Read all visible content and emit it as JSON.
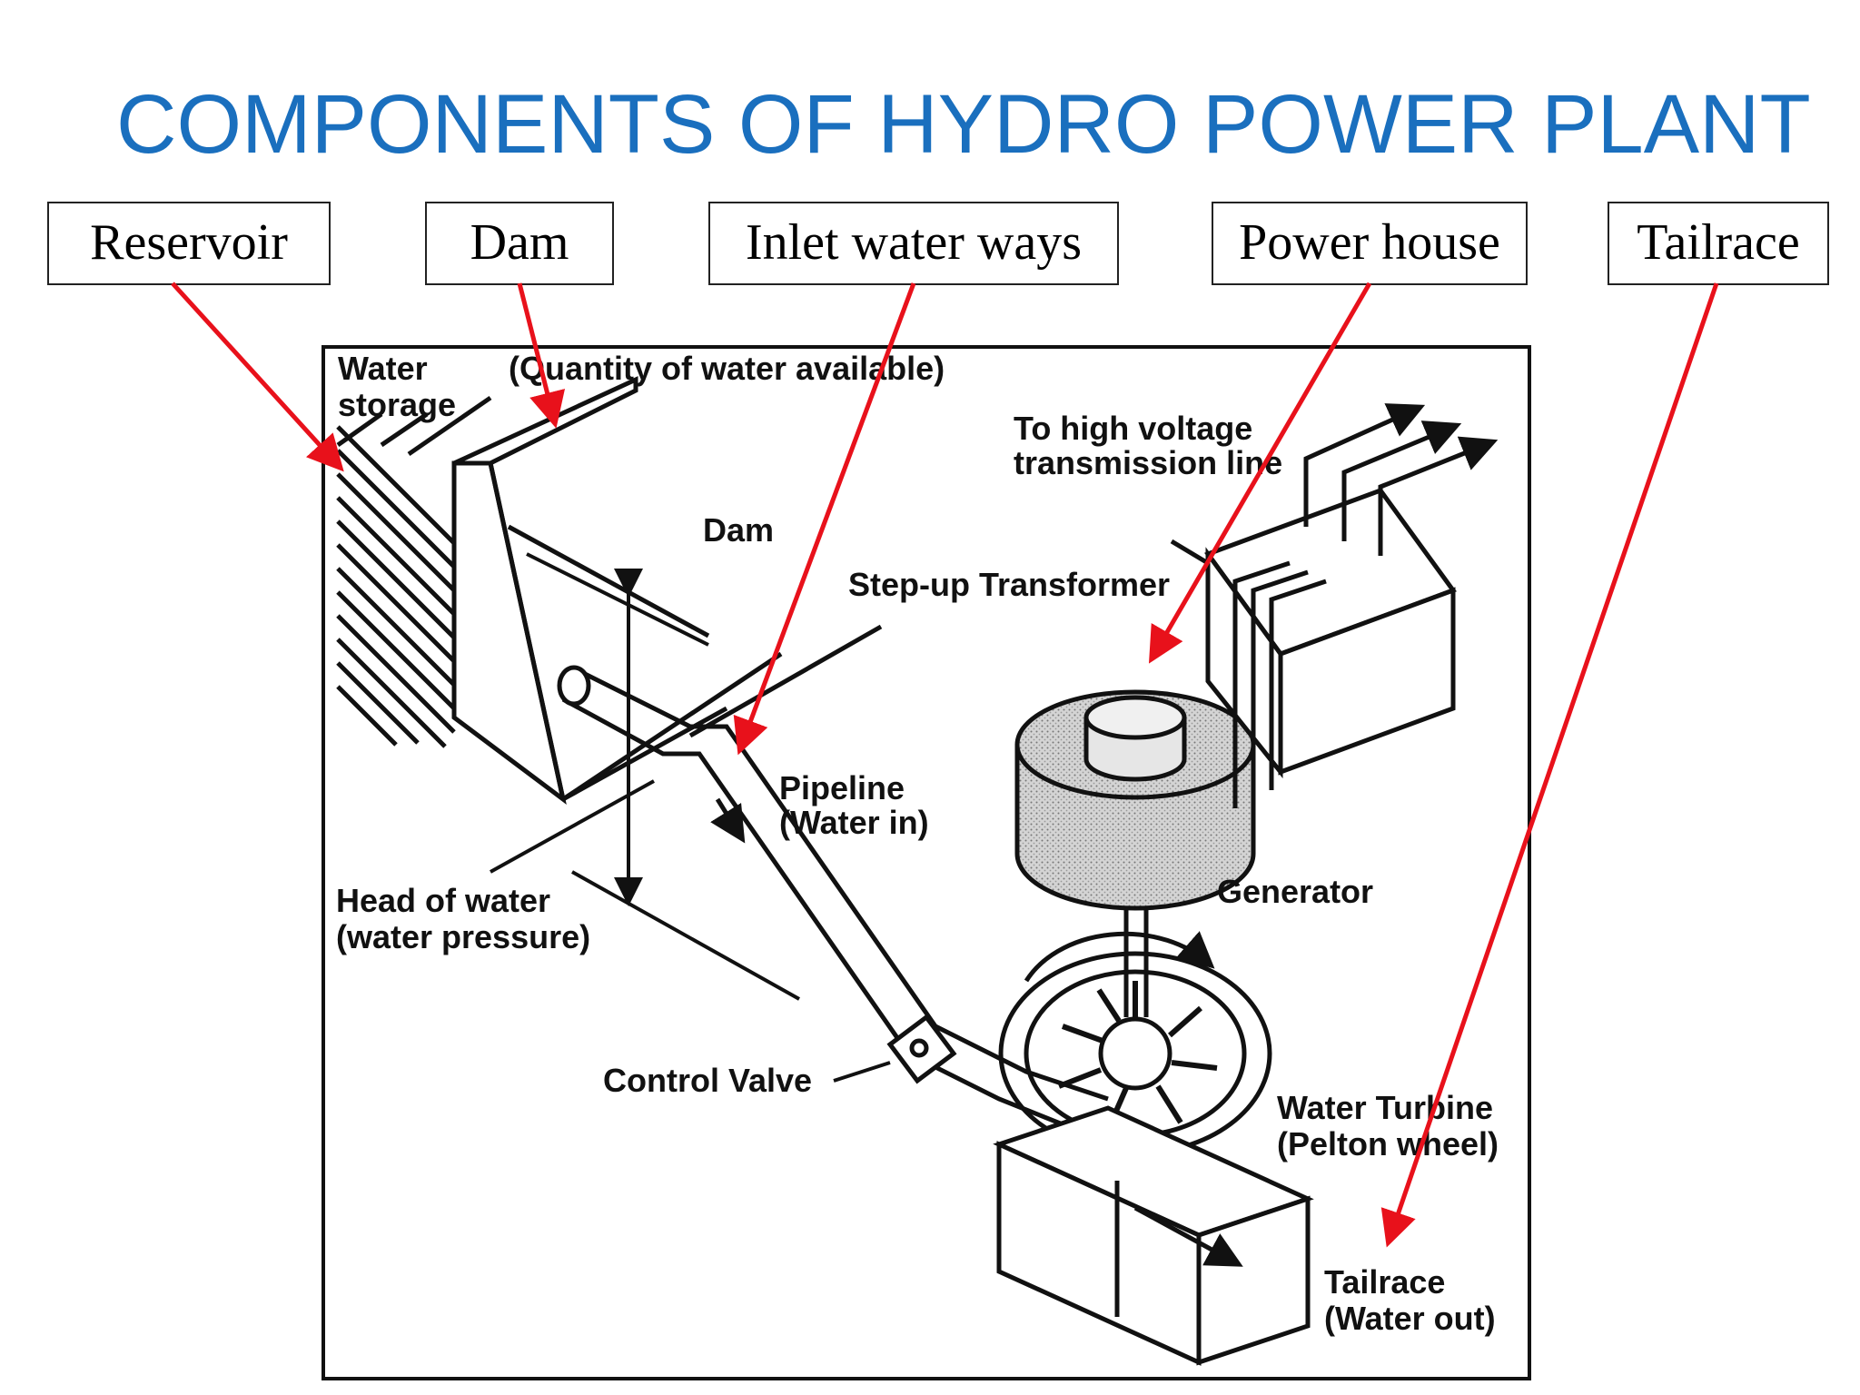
{
  "title": "COMPONENTS OF HYDRO POWER PLANT",
  "callouts": {
    "reservoir": "Reservoir",
    "dam": "Dam",
    "inlet": "Inlet water ways",
    "powerhouse": "Power house",
    "tailrace": "Tailrace"
  },
  "diagram_labels": {
    "water_storage_1": "Water",
    "water_storage_2": "storage",
    "quantity": "(Quantity of water available)",
    "dam": "Dam",
    "hv_line_1": "To high voltage",
    "hv_line_2": "transmission line",
    "transformer": "Step-up Transformer",
    "pipeline_1": "Pipeline",
    "pipeline_2": "(Water in)",
    "generator": "Generator",
    "head_1": "Head of water",
    "head_2": "(water pressure)",
    "control_valve": "Control Valve",
    "turbine_1": "Water Turbine",
    "turbine_2": "(Pelton wheel)",
    "tailrace_1": "Tailrace",
    "tailrace_2": "(Water out)"
  },
  "colors": {
    "title": "#1a6fbe",
    "arrow": "#e8111b",
    "ink": "#111111"
  }
}
